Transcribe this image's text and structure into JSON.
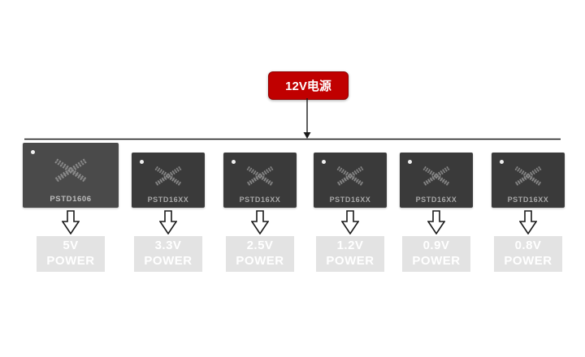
{
  "source": {
    "label": "12V电源"
  },
  "channels": [
    {
      "chip": "PSTD1606",
      "voltage": "5V",
      "power": "POWER"
    },
    {
      "chip": "PSTD16XX",
      "voltage": "3.3V",
      "power": "POWER"
    },
    {
      "chip": "PSTD16XX",
      "voltage": "2.5V",
      "power": "POWER"
    },
    {
      "chip": "PSTD16XX",
      "voltage": "1.2V",
      "power": "POWER"
    },
    {
      "chip": "PSTD16XX",
      "voltage": "0.9V",
      "power": "POWER"
    },
    {
      "chip": "PSTD16XX",
      "voltage": "0.8V",
      "power": "POWER"
    }
  ],
  "colors": {
    "source_bg": "#c00000",
    "chip_primary_bg": "#4a4a4a",
    "chip_bg": "#3a3a3a",
    "voltage_box_bg": "#e3e3e3",
    "voltage_text": "#ffffff",
    "wire": "#1a1a1a"
  }
}
